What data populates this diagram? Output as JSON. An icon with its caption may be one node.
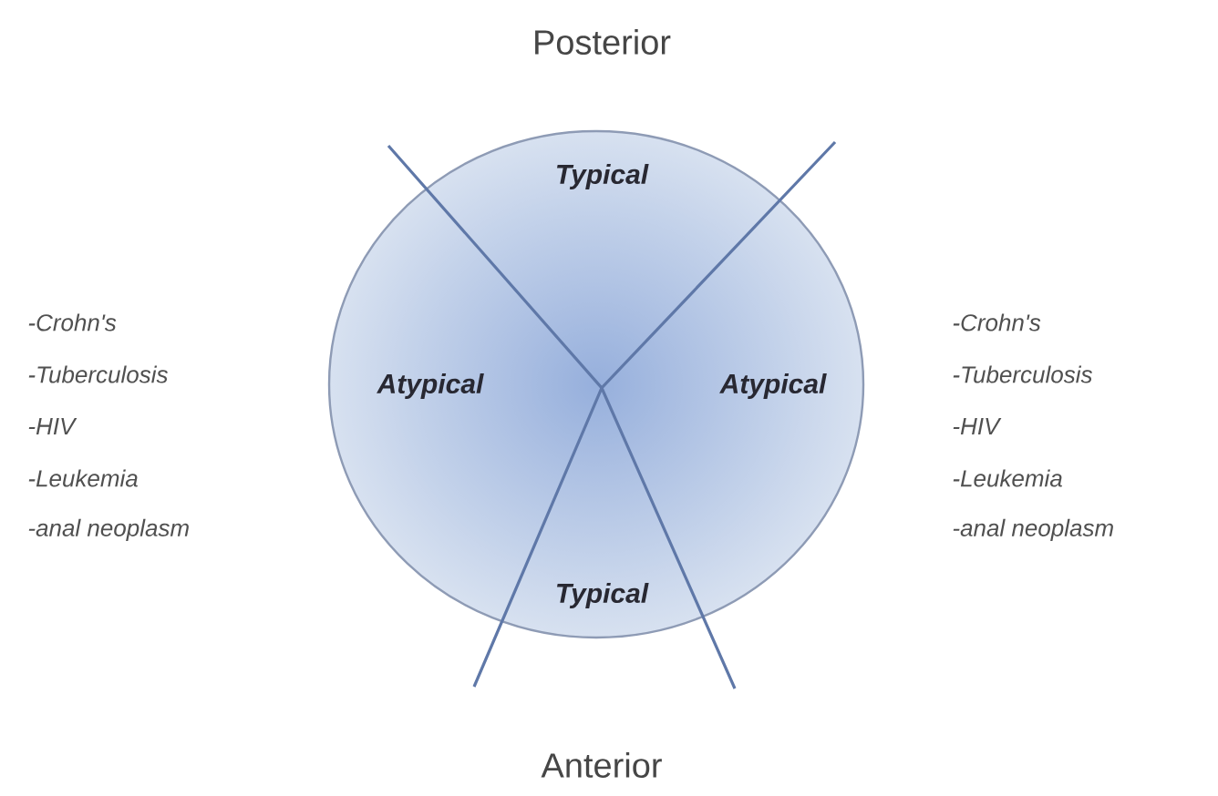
{
  "diagram": {
    "nodes": [
      {
        "text": [
          "Typical",
          "Atypical",
          "Atypical",
          "Typical"
        ]
      }
    ],
    "labels": [
      "Posterior",
      "-Crohn's",
      "-Tuberculosis",
      "-HIV",
      "-Leukemia",
      "-anal neoplasm",
      "-Crohn's",
      "-Tuberculosis",
      "-HIV",
      "-Leukemia",
      "-anal neoplasm",
      "Anterior"
    ]
  }
}
